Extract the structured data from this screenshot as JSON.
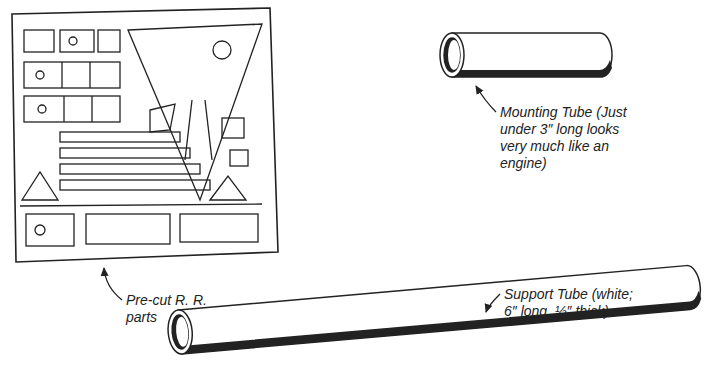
{
  "diagram": {
    "labels": [
      "Pre-cut R. R. parts",
      "Mounting Tube (Just under 3″ long looks very much like an engine)",
      "Support Tube (white; 6″ long, ½″ thick)"
    ]
  }
}
